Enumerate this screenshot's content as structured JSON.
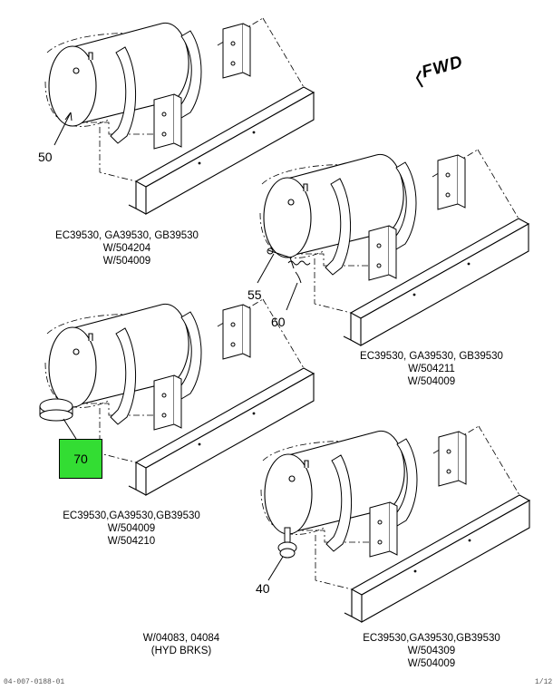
{
  "direction": {
    "label": "FWD"
  },
  "callouts": {
    "c50": "50",
    "c55": "55",
    "c60": "60",
    "c70": "70",
    "c40": "40"
  },
  "captions": {
    "cap1": {
      "line1": "EC39530, GA39530, GB39530",
      "line2": "W/504204",
      "line3": "W/504009"
    },
    "cap2": {
      "line1": "EC39530, GA39530, GB39530",
      "line2": "W/504211",
      "line3": "W/504009"
    },
    "cap3": {
      "line1": "EC39530,GA39530,GB39530",
      "line2": "W/504009",
      "line3": "W/504210"
    },
    "cap4": {
      "line1": "EC39530,GA39530,GB39530",
      "line2": "W/504309",
      "line3": "W/504009"
    },
    "cap5": {
      "line1": "W/04083, 04084",
      "line2": "(HYD BRKS)"
    }
  },
  "footer": {
    "left": "04-007-0188-01",
    "right": "1/12"
  },
  "colors": {
    "highlight": "#33dd33",
    "line": "#000000"
  }
}
